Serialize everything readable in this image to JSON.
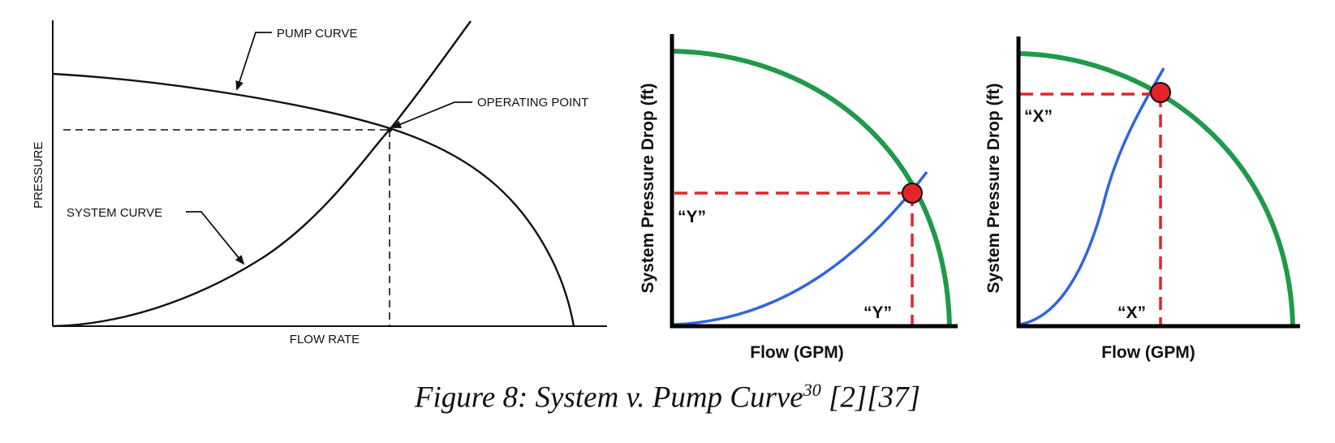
{
  "left_panel": {
    "pump_curve_label": "PUMP CURVE",
    "operating_point_label": "OPERATING POINT",
    "system_curve_label": "SYSTEM CURVE",
    "y_axis_label": "PRESSURE",
    "x_axis_label": "FLOW RATE"
  },
  "middle_panel": {
    "y_axis_label": "System Pressure Drop (ft)",
    "x_axis_label": "Flow (GPM)",
    "y_marker": "“Y”",
    "x_marker": "“Y”"
  },
  "right_panel": {
    "y_axis_label": "System Pressure Drop (ft)",
    "x_axis_label": "Flow (GPM)",
    "y_marker": "“X”",
    "x_marker": "“X”"
  },
  "colors": {
    "pump_curve": "#1f9a4a",
    "system_curve": "#2f66e0",
    "guide_line": "#e3242b",
    "operating_point": "#e3242b",
    "axes": "#000000"
  },
  "caption": {
    "text": "Figure 8: System v. Pump Curve",
    "superscript": "30",
    "refs": " [2][37]"
  }
}
